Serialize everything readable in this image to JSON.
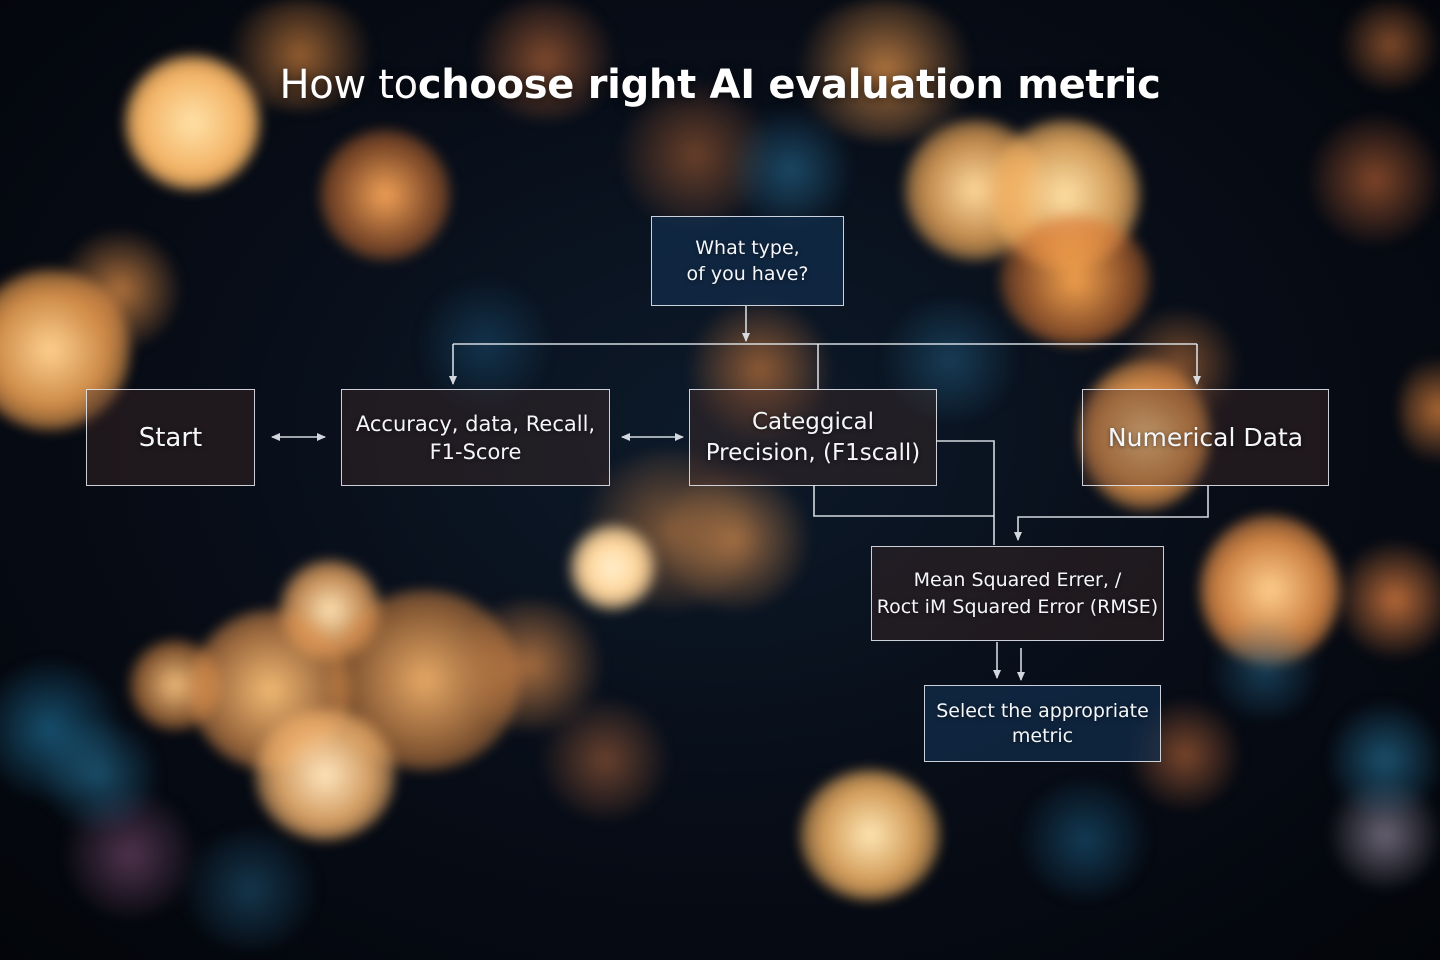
{
  "title": {
    "part1": "How to",
    "part2": "choose right AI evaluation metric"
  },
  "nodes": {
    "question": "What type,\nof you have?",
    "start": "Start",
    "classification": "Accuracy, data, Recall,\nF1-Score",
    "categorical": "Categgical\nPrecision, (F1scall)",
    "numerical": "Numerical Data",
    "regression": "Mean Squared Errer, /\nRoct iM Squared Error (RMSE)",
    "select": "Select the appropriate\nmetric"
  },
  "colors": {
    "node_fill_dark": "#122e4c",
    "node_border": "#ebf0f8",
    "bokeh_warm": "#f3b56a",
    "bokeh_cool": "#1f5f86"
  }
}
